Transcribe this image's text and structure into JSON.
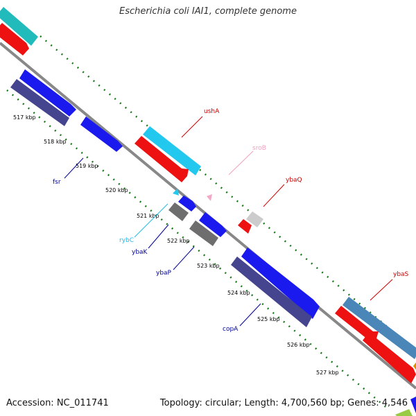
{
  "title": "Escherichia coli IAI1, complete genome",
  "accession": "Accession: NC_011741",
  "topology": "Topology: circular; Length: 4,700,560 bp; Genes: 4,546",
  "colors": {
    "backbone": "#888888",
    "tick": "#1a7a1a",
    "blue": "#1a1aee",
    "navy": "#44448f",
    "red": "#ee1111",
    "cyan": "#22c8ee",
    "teal": "#22bbbb",
    "gray": "#6e6e6e",
    "lightgray": "#cccccc",
    "steel": "#4a86b8",
    "pink": "#f4a8c8"
  },
  "kbp_labels": [
    "517 kbp",
    "518 kbp",
    "519 kbp",
    "520 kbp",
    "521 kbp",
    "522 kbp",
    "523 kbp",
    "524 kbp",
    "525 kbp",
    "526 kbp",
    "527 kbp"
  ],
  "genes": [
    {
      "name": "ushA",
      "color": "#cc0000"
    },
    {
      "name": "sroB",
      "color": "#f0a0c0"
    },
    {
      "name": "ybaQ",
      "color": "#cc0000"
    },
    {
      "name": "fsr",
      "color": "#000099"
    },
    {
      "name": "rybC",
      "color": "#22b8e8"
    },
    {
      "name": "ybaK",
      "color": "#000099"
    },
    {
      "name": "ybaP",
      "color": "#000099"
    },
    {
      "name": "copA",
      "color": "#000099"
    },
    {
      "name": "ybaS",
      "color": "#cc0000"
    }
  ]
}
